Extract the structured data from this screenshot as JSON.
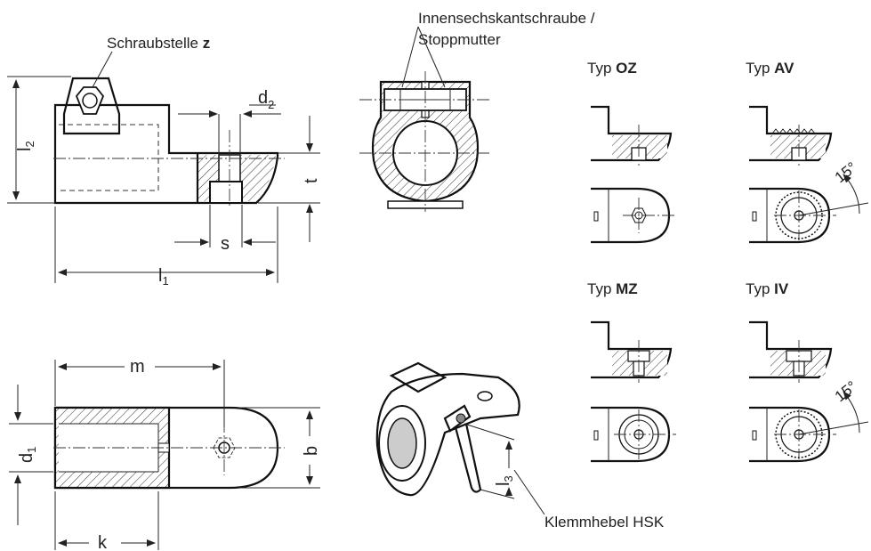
{
  "labels": {
    "schraubstelle": "Schraubstelle",
    "schraubstelle_var": "z",
    "schraube_line1": "Innensechskantschraube /",
    "schraube_line2": "Stoppmutter",
    "klemmhebel": "Klemmhebel HSK"
  },
  "types": {
    "prefix": "Typ",
    "oz": "OZ",
    "av": "AV",
    "mz": "MZ",
    "iv": "IV"
  },
  "angles": {
    "av_angle": "15°",
    "iv_angle": "15°"
  },
  "dimensions": {
    "l2": "l",
    "l2_sub": "2",
    "d2": "d",
    "d2_sub": "2",
    "t": "t",
    "s": "s",
    "l1": "l",
    "l1_sub": "1",
    "m": "m",
    "d1": "d",
    "d1_sub": "1",
    "b": "b",
    "k": "k",
    "l3": "l",
    "l3_sub": "3"
  },
  "colors": {
    "line": "#111111",
    "background": "#ffffff"
  }
}
